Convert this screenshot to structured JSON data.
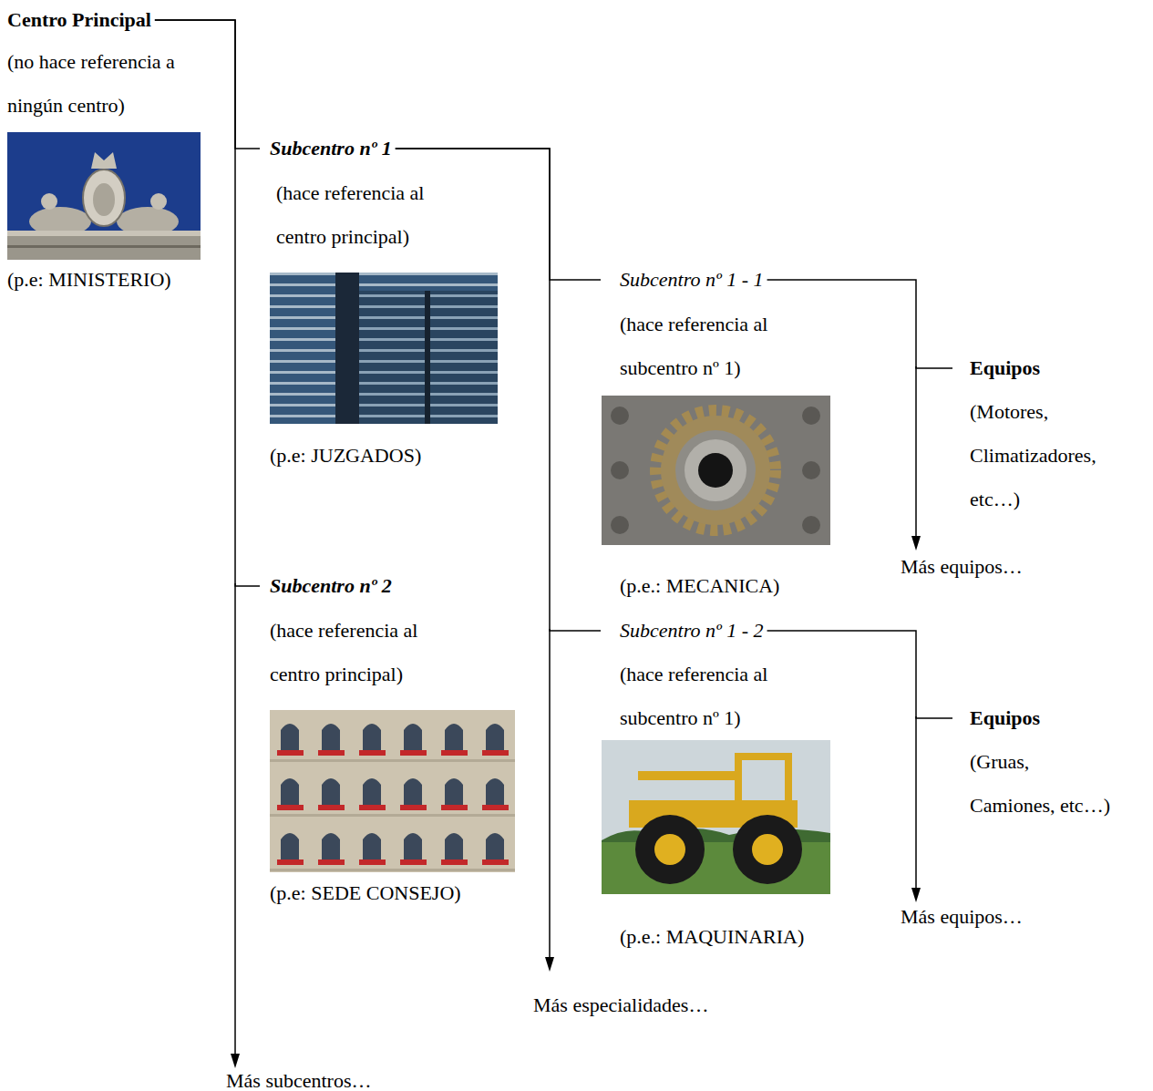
{
  "diagram": {
    "nodes": [
      {
        "text": [
          "Centro Principal",
          "(no hace referencia a ningún centro)",
          "(p.e: MINISTERIO)"
        ]
      },
      {
        "text": [
          "Subcentro nº 1",
          "(hace referencia al centro principal)",
          "(p.e: JUZGADOS)"
        ]
      },
      {
        "text": [
          "Subcentro nº 2",
          "(hace referencia al centro principal)",
          "(p.e: SEDE CONSEJO)"
        ]
      },
      {
        "text": [
          "Subcentro nº 1 - 1",
          "(hace referencia al subcentro nº 1)",
          "(p.e.: MECANICA)"
        ]
      },
      {
        "text": [
          "Subcentro nº 1 - 2",
          "(hace referencia al subcentro nº 1)",
          "(p.e.: MAQUINARIA)"
        ]
      },
      {
        "text": [
          "Equipos",
          "(Motores, Climatizadores, etc…)"
        ]
      },
      {
        "text": [
          "Equipos",
          "(Gruas, Camiones, etc…)"
        ]
      }
    ],
    "edges": [
      {
        "from": 0,
        "to": 1,
        "arrow": "none"
      },
      {
        "from": 0,
        "to": 2,
        "arrow": "none"
      },
      {
        "from": 1,
        "to": 3,
        "arrow": "none"
      },
      {
        "from": 1,
        "to": 4,
        "arrow": "none"
      },
      {
        "from": 3,
        "to": 5,
        "arrow": "none"
      },
      {
        "from": 4,
        "to": 6,
        "arrow": "none"
      }
    ],
    "labels": [
      "Más subcentros…",
      "Más especialidades…",
      "Más equipos…",
      "Más equipos…"
    ]
  }
}
